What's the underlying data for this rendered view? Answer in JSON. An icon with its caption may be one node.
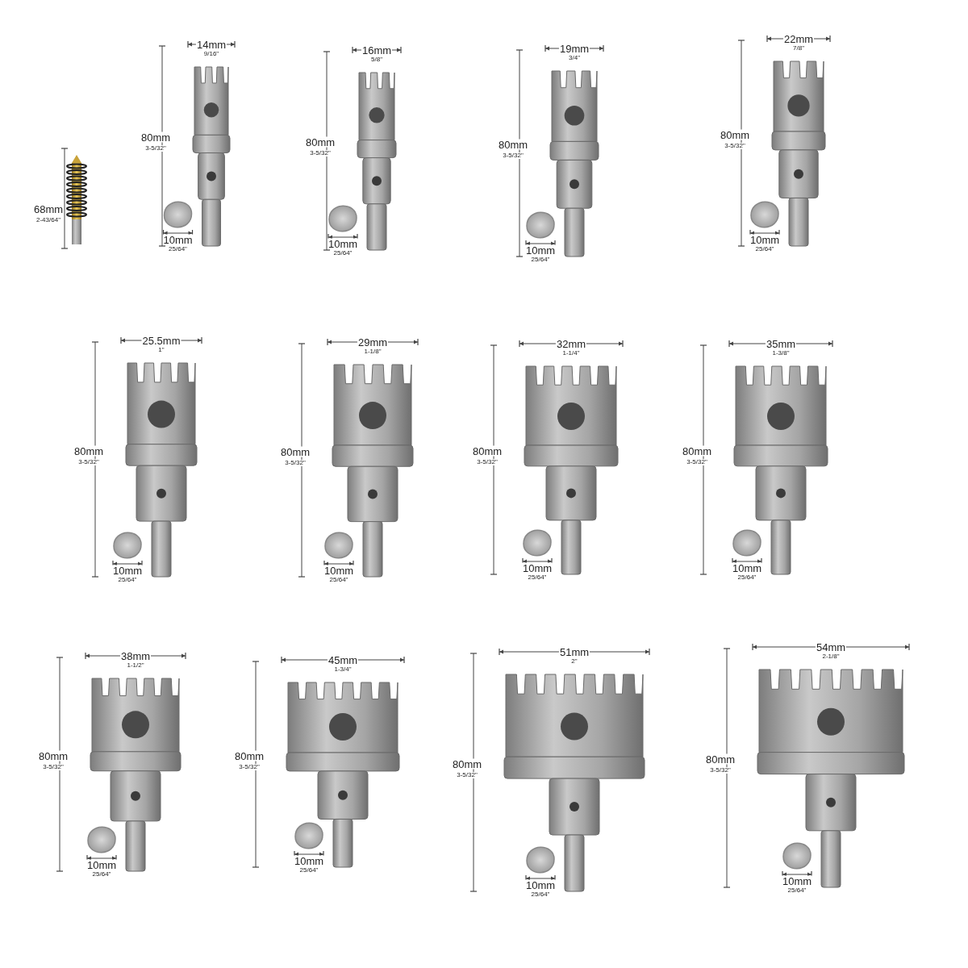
{
  "diagram": {
    "labels": [
      "68mm",
      "2-43/64\"",
      "14mm",
      "9/16\"",
      "80mm",
      "3-5/32\"",
      "10mm",
      "25/64\"",
      "16mm",
      "5/8\"",
      "80mm",
      "3-5/32\"",
      "10mm",
      "25/64\"",
      "19mm",
      "3/4\"",
      "80mm",
      "3-5/32\"",
      "10mm",
      "25/64\"",
      "22mm",
      "7/8\"",
      "80mm",
      "3-5/32\"",
      "10mm",
      "25/64\"",
      "25.5mm",
      "1\"",
      "80mm",
      "3-5/32\"",
      "10mm",
      "25/64\"",
      "29mm",
      "1-1/8\"",
      "80mm",
      "3-5/32\"",
      "10mm",
      "25/64\"",
      "32mm",
      "1-1/4\"",
      "80mm",
      "3-5/32\"",
      "10mm",
      "25/64\"",
      "35mm",
      "1-3/8\"",
      "80mm",
      "3-5/32\"",
      "10mm",
      "25/64\"",
      "38mm",
      "1-1/2\"",
      "80mm",
      "3-5/32\"",
      "10mm",
      "25/64\"",
      "45mm",
      "1-3/4\"",
      "80mm",
      "3-5/32\"",
      "10mm",
      "25/64\"",
      "51mm",
      "2\"",
      "80mm",
      "3-5/32\"",
      "10mm",
      "25/64\"",
      "54mm",
      "2-1/8\"",
      "80mm",
      "3-5/32\"",
      "10mm",
      "25/64\""
    ]
  }
}
